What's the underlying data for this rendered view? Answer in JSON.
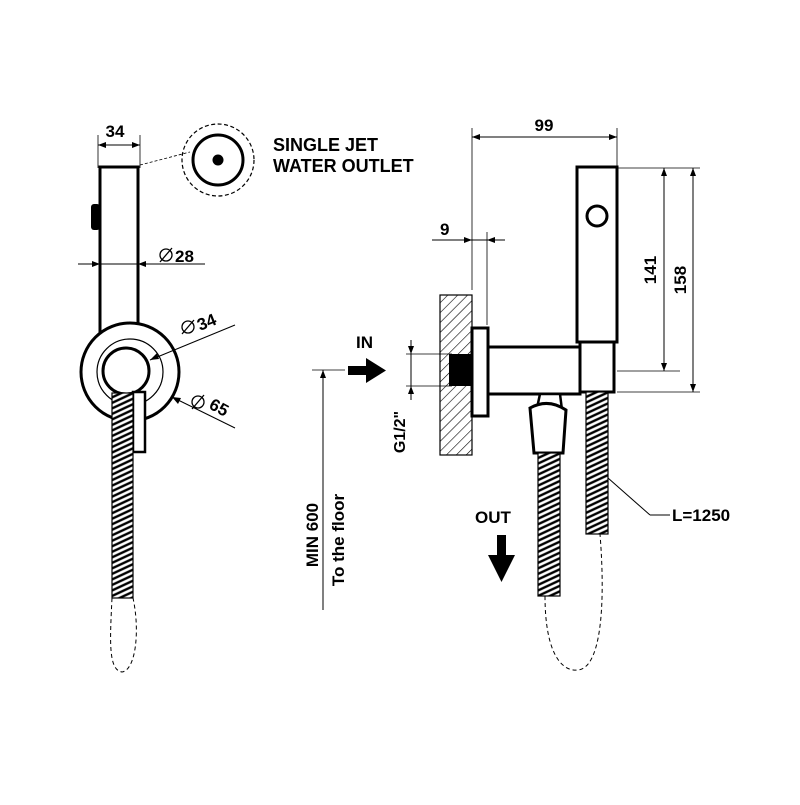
{
  "labels": {
    "width_handset": "34",
    "jet_line1": "SINGLE JET",
    "jet_line2": "WATER OUTLET",
    "dia_28": "28",
    "dia_34": "34",
    "dia_65": "65",
    "width_total": "99",
    "offset_9": "9",
    "height_141": "141",
    "height_158": "158",
    "in_label": "IN",
    "thread": "G1/2\"",
    "min_line1": "MIN 600",
    "min_line2": "To the floor",
    "out_label": "OUT",
    "hose_length": "L=1250"
  }
}
